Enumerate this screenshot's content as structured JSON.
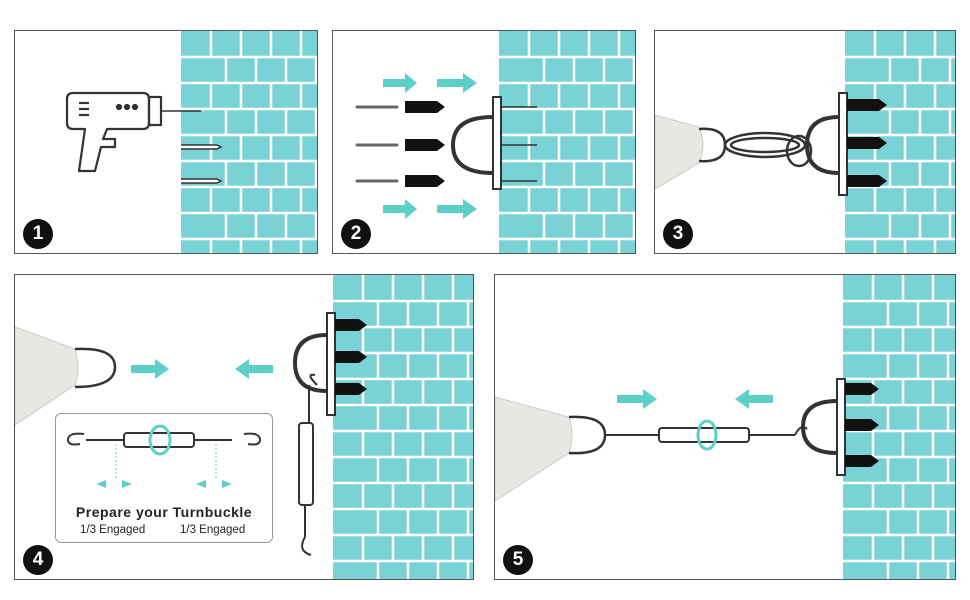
{
  "colors": {
    "wall": "#79d3d6",
    "mortar": "#ffffff",
    "arrow": "#5ccfc9",
    "line": "#333333",
    "sail": "#e7e7e3"
  },
  "steps": [
    {
      "number": "1"
    },
    {
      "number": "2"
    },
    {
      "number": "3"
    },
    {
      "number": "4"
    },
    {
      "number": "5"
    }
  ],
  "turnbuckle_note": {
    "title": "Prepare your Turnbuckle",
    "left_label": "1/3 Engaged",
    "right_label": "1/3 Engaged"
  }
}
